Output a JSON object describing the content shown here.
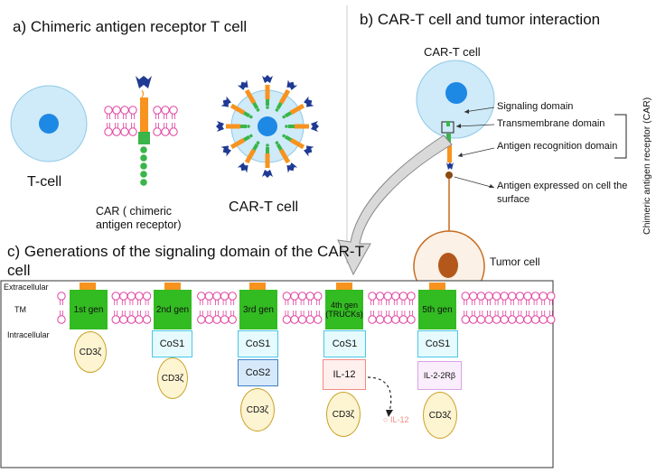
{
  "panel_a": {
    "title": "a) Chimeric antigen receptor T cell",
    "tcell_label": "T-cell",
    "car_label": "CAR ( chimeric antigen receptor)",
    "cart_label": "CAR-T cell"
  },
  "panel_b": {
    "title": "b) CAR-T cell and tumor interaction",
    "cart_label": "CAR-T cell",
    "signaling": "Signaling domain",
    "transmembrane": "Transmembrane domain",
    "antigen_recognition": "Antigen recognition domain",
    "antigen_expressed": "Antigen expressed on cell the surface",
    "tumor_label": "Tumor cell",
    "bracket_label": "Chimeric antigen receptor (CAR)"
  },
  "panel_c": {
    "title": "c) Generations of the signaling domain of the CAR-T cell",
    "extracellular": "Extracellular",
    "tm": "TM",
    "intracellular": "Intracellular",
    "generations": [
      {
        "name": "1st gen",
        "domains": [],
        "cd3": "CD3ζ"
      },
      {
        "name": "2nd gen",
        "domains": [
          "CoS1"
        ],
        "cd3": "CD3ζ"
      },
      {
        "name": "3rd gen",
        "domains": [
          "CoS1",
          "CoS2"
        ],
        "cd3": "CD3ζ"
      },
      {
        "name": "4th gen (TRUCKs)",
        "domains": [
          "CoS1",
          "IL-12"
        ],
        "cd3": "CD3ζ"
      },
      {
        "name": "5th gen",
        "domains": [
          "CoS1",
          "IL-2-2Rβ"
        ],
        "cd3": "CD3ζ"
      }
    ],
    "secreted_label": "IL-12"
  },
  "colors": {
    "cell_fill": "#cfeaf8",
    "nucleus": "#1e88e5",
    "car_stalk": "#f7931e",
    "car_green": "#39b54a",
    "scfv": "#1f3a93",
    "membrane": "#e040a0",
    "tumor_outer": "#c8691c",
    "tumor_nucleus": "#b3581a"
  }
}
